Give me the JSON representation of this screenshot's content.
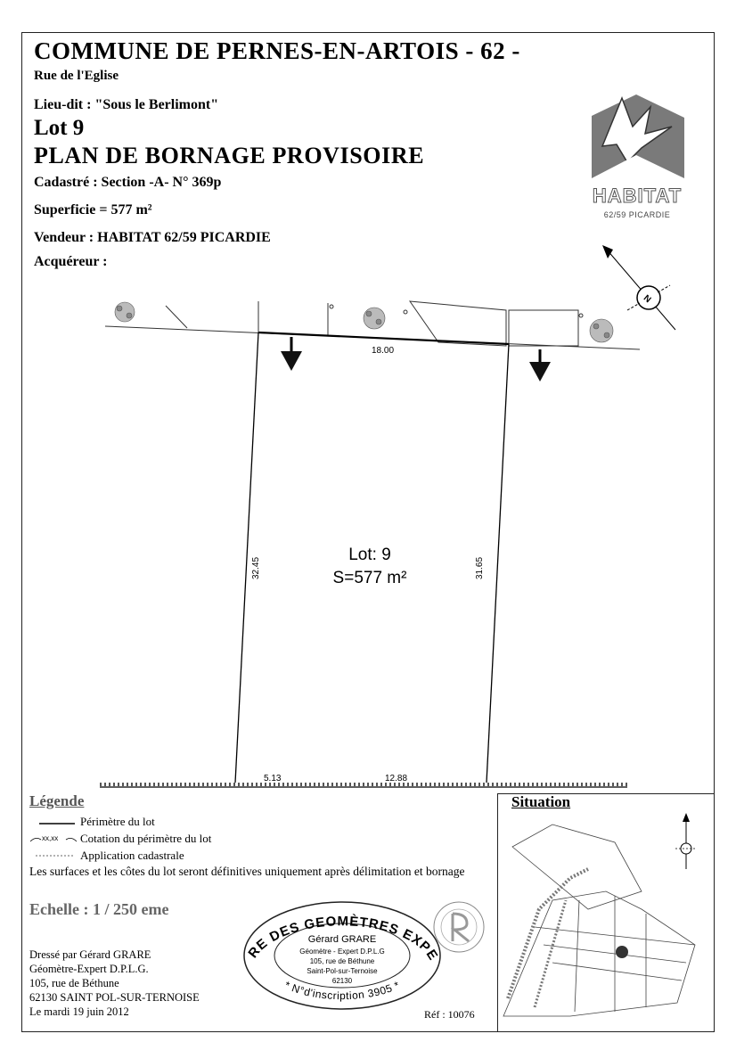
{
  "header": {
    "commune": "COMMUNE DE PERNES-EN-ARTOIS - 62 -",
    "street": "Rue de l'Eglise",
    "lieu_dit": "Lieu-dit : \"Sous le Berlimont\"",
    "lot": "Lot 9",
    "plan_title": "PLAN DE BORNAGE PROVISOIRE",
    "cadastre": "Cadastré : Section -A- N° 369p",
    "superficie": "Superficie = 577 m²",
    "vendeur": "Vendeur : HABITAT 62/59 PICARDIE",
    "acquereur": "Acquéreur :"
  },
  "logo": {
    "name": "HABITAT",
    "subtitle": "62/59 PICARDIE"
  },
  "plan": {
    "front_width": "18.00",
    "left_side": "32.45",
    "right_side": "31.65",
    "rear_left": "5.13",
    "rear_right": "12.88",
    "lot_label": "Lot: 9",
    "surface_label": "S=577 m²",
    "north_symbol": "N"
  },
  "legend": {
    "title": "Légende",
    "item_perimeter": "Périmètre du lot",
    "item_cotation_symbol": "xx,xx",
    "item_cotation": "Cotation du périmètre du lot",
    "item_cadastre": "Application cadastrale",
    "note": "Les surfaces et les côtes du lot seront définitives uniquement après délimitation et bornage"
  },
  "scale": "Echelle : 1 / 250 eme",
  "author": {
    "line1": "Dressé par Gérard GRARE",
    "line2": "Géomètre-Expert D.P.L.G.",
    "line3": "105, rue de Béthune",
    "line4": "62130  SAINT POL-SUR-TERNOISE",
    "line5": "Le mardi 19 juin 2012"
  },
  "stamp": {
    "ring_top": "ORDRE DES GEOMÈTRES EXPERTS",
    "ring_bottom": "* N°d'inscription 3905 *",
    "name": "Gérard GRARE",
    "title": "Géomètre - Expert D.P.L.G",
    "address1": "105, rue de Béthune",
    "address2": "Saint-Pol-sur-Ternoise",
    "postcode": "62130"
  },
  "reference": "Réf : 10076",
  "situation": {
    "title": "Situation"
  }
}
